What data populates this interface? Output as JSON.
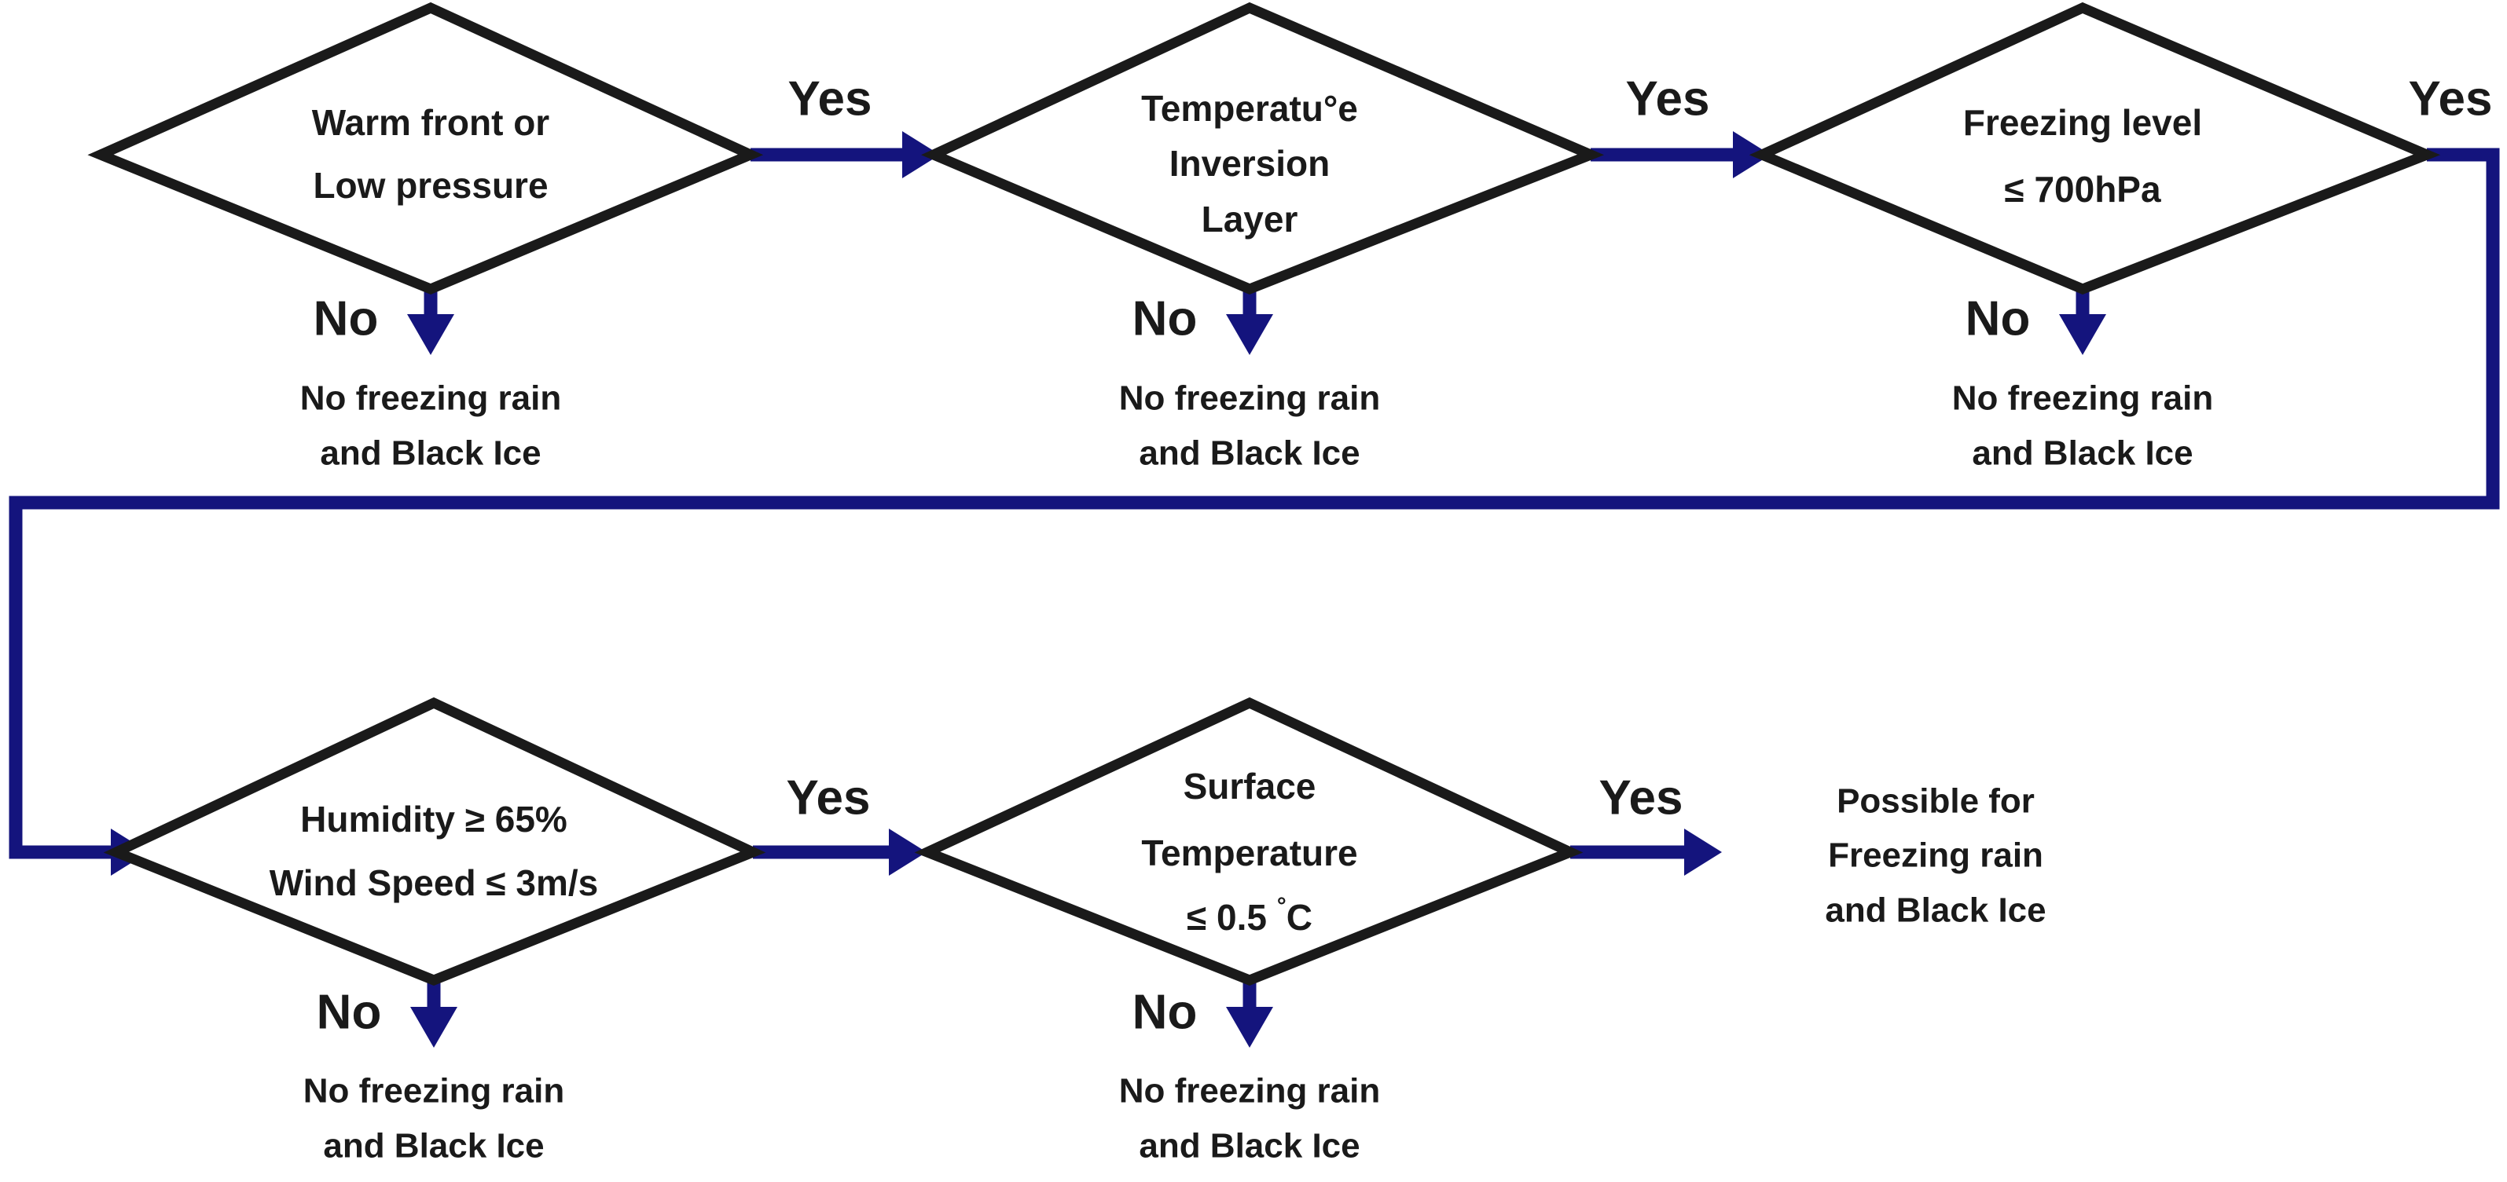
{
  "diagram": {
    "title": "Freezing rain and Black Ice decision flowchart",
    "type": "decision-flowchart",
    "colors": {
      "connector": "#14147d",
      "node_outline": "#1a1a1a",
      "text": "#1a1a1a",
      "background": "#ffffff"
    },
    "branch_labels": {
      "yes": "Yes",
      "no": "No"
    },
    "negative_outcome": {
      "line1": "No freezing rain",
      "line2": "and Black Ice"
    },
    "positive_outcome": {
      "line1": "Possible for",
      "line2": "Freezing rain",
      "line3": "and Black Ice"
    },
    "nodes": [
      {
        "id": "warm-front-or-low-pressure",
        "lines": [
          "Warm front or",
          "Low pressure"
        ],
        "yes_label": "Yes",
        "no_label": "No"
      },
      {
        "id": "temperature-inversion-layer",
        "lines": [
          "Temperatu°e",
          "Inversion",
          "Layer"
        ],
        "yes_label": "Yes",
        "no_label": "No"
      },
      {
        "id": "freezing-level",
        "lines": [
          "Freezing level",
          "≤ 700hPa"
        ],
        "yes_label": "Yes",
        "no_label": "No"
      },
      {
        "id": "humidity-and-wind-speed",
        "lines": [
          "Humidity  ≥ 65%",
          "Wind Speed ≤ 3m/s"
        ],
        "yes_label": "Yes",
        "no_label": "No"
      },
      {
        "id": "surface-temperature",
        "lines": [
          "Surface",
          "Temperature",
          "≤ 0.5 °C"
        ],
        "yes_label": "Yes",
        "no_label": "No"
      }
    ],
    "negative_outcomes": [
      {
        "line1": "No freezing rain",
        "line2": "and Black Ice"
      },
      {
        "line1": "No freezing rain",
        "line2": "and Black Ice"
      },
      {
        "line1": "No freezing rain",
        "line2": "and Black Ice"
      },
      {
        "line1": "No freezing rain",
        "line2": "and Black Ice"
      },
      {
        "line1": "No freezing rain",
        "line2": "and Black Ice"
      }
    ],
    "surface_temp_parts": {
      "le_value": "≤ 0.5 ",
      "degree": "°",
      "unit": "C"
    }
  }
}
